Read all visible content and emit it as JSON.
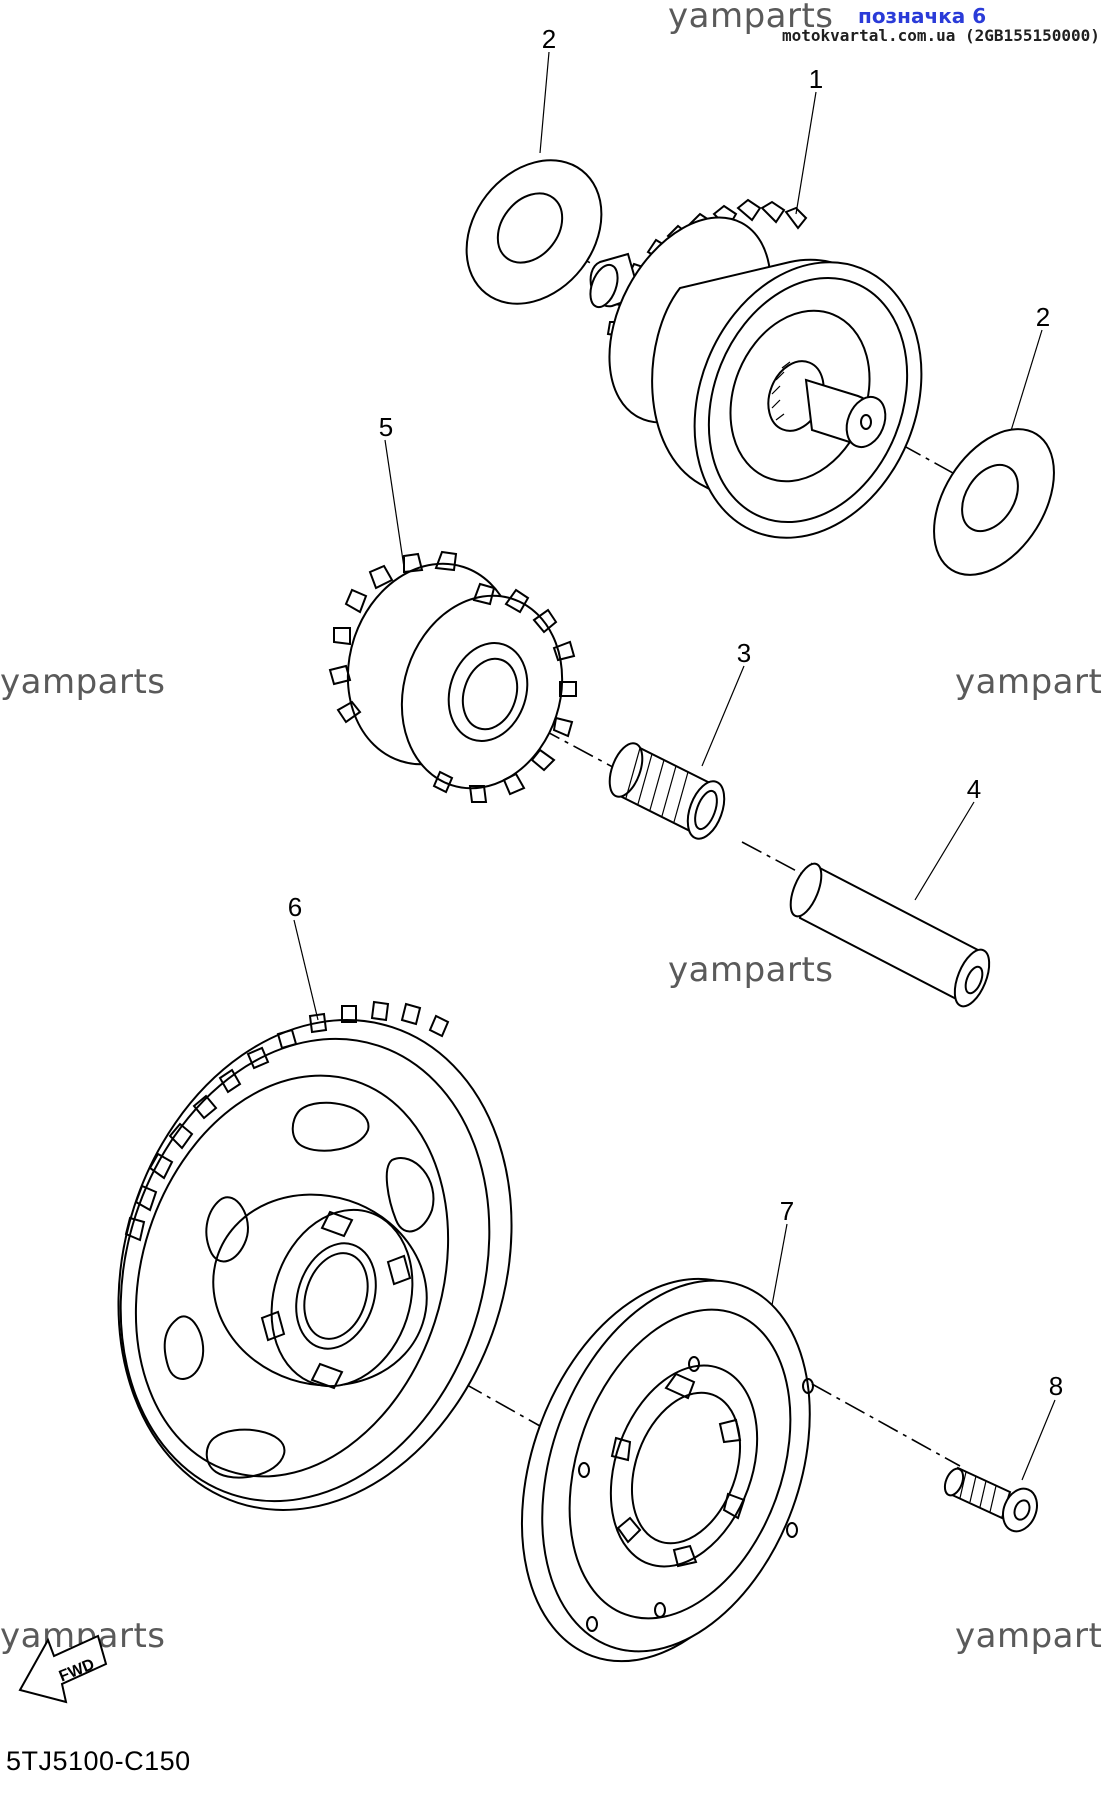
{
  "watermarks": {
    "top": "yamparts",
    "mid_left": "yamparts",
    "mid_right": "yampart",
    "center": "yamparts",
    "bottom_left": "yamparts",
    "bottom_right": "yampart"
  },
  "badge": {
    "label": "позначка 6",
    "source": "motokvartal.com.ua (2GB155150000)"
  },
  "callouts": [
    "1",
    "2",
    "2",
    "3",
    "4",
    "5",
    "6",
    "7",
    "8"
  ],
  "fwd_label": "FWD",
  "diagram_code": "5TJ5100-C150"
}
